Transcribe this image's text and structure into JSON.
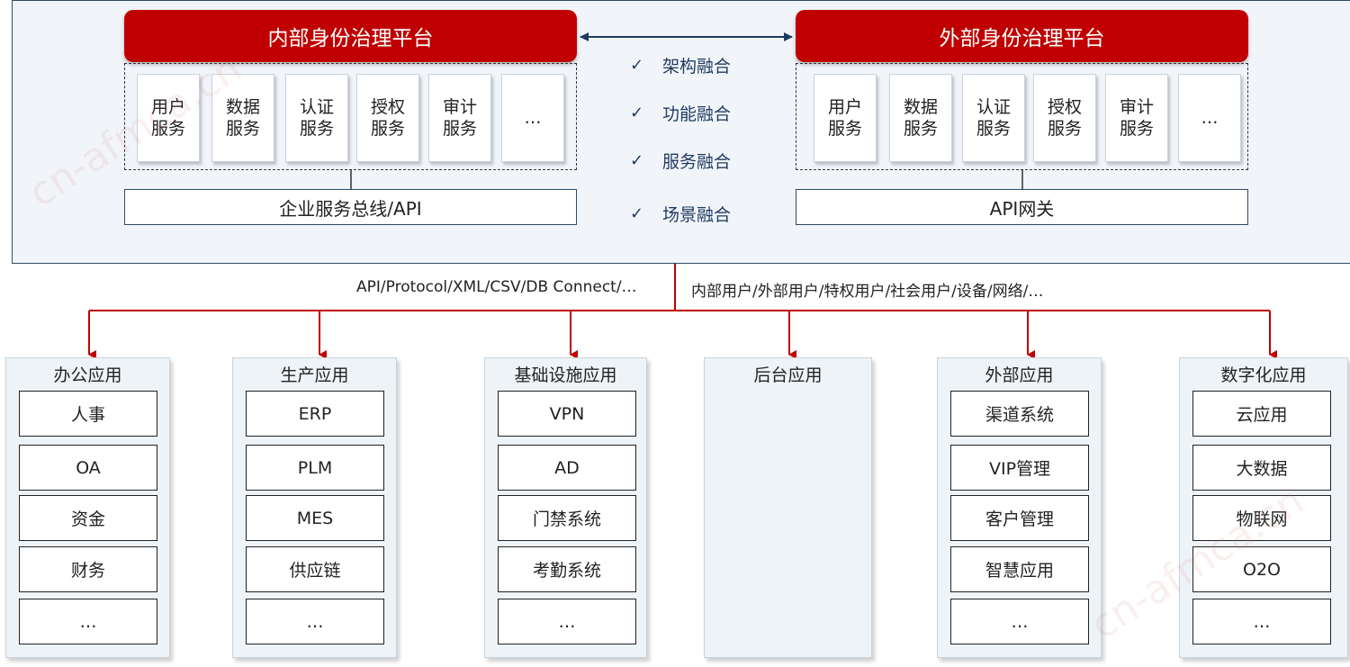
{
  "internal_platform": {
    "title": "内部身份治理平台",
    "services": [
      "用户\n服务",
      "数据\n服务",
      "认证\n服务",
      "授权\n服务",
      "审计\n服务",
      "…"
    ],
    "bus": "企业服务总线/API"
  },
  "external_platform": {
    "title": "外部身份治理平台",
    "services": [
      "用户\n服务",
      "数据\n服务",
      "认证\n服务",
      "授权\n服务",
      "审计\n服务",
      "…"
    ],
    "bus": "API网关"
  },
  "fusion_items": [
    "架构融合",
    "功能融合",
    "服务融合",
    "场景融合"
  ],
  "check_glyph": "✓",
  "connect_caption": "API/Protocol/XML/CSV/DB Connect/…",
  "users_caption": "内部用户/外部用户/特权用户/社会用户/设备/网络/…",
  "apps": [
    {
      "title": "办公应用",
      "items": [
        "人事",
        "OA",
        "资金",
        "财务",
        "…"
      ]
    },
    {
      "title": "生产应用",
      "items": [
        "ERP",
        "PLM",
        "MES",
        "供应链",
        "…"
      ]
    },
    {
      "title": "基础设施应用",
      "items": [
        "VPN",
        "AD",
        "门禁系统",
        "考勤系统",
        "…"
      ]
    },
    {
      "title": "后台应用",
      "items": []
    },
    {
      "title": "外部应用",
      "items": [
        "渠道系统",
        "VIP管理",
        "客户管理",
        "智慧应用",
        "…"
      ]
    },
    {
      "title": "数字化应用",
      "items": [
        "云应用",
        "大数据",
        "物联网",
        "O2O",
        "…"
      ]
    }
  ],
  "watermark": "cn-afmca.cn",
  "colors": {
    "accent_red": "#c00000",
    "navy": "#1f3a5f",
    "panel": "#f1f5f9",
    "app_column": "#eef3f7"
  }
}
